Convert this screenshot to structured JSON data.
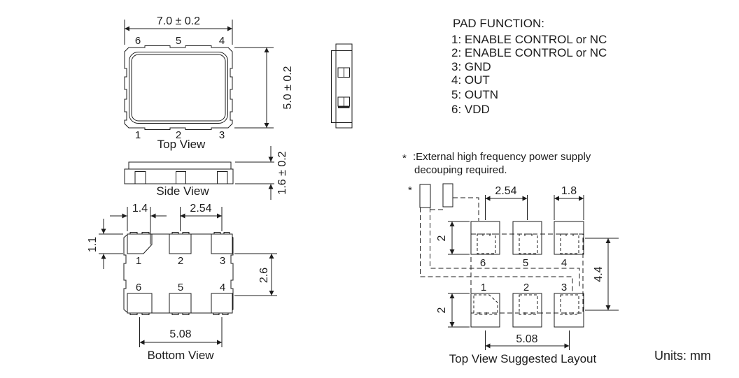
{
  "units_label": "Units: mm",
  "colors": {
    "line": "#1c1c1c",
    "background": "#ffffff"
  },
  "pad_function": {
    "heading": "PAD FUNCTION:",
    "items": [
      "1: ENABLE CONTROL or NC",
      "2: ENABLE CONTROL or NC",
      "3: GND",
      "4: OUT",
      "5: OUTN",
      "6: VDD"
    ]
  },
  "note": {
    "marker": "*",
    "line1": ":External high frequency power supply",
    "line2": "decouping required."
  },
  "top_view": {
    "caption": "Top View",
    "width_dim": "7.0 ± 0.2",
    "height_dim": "5.0 ± 0.2",
    "pads_top": [
      "6",
      "5",
      "4"
    ],
    "pads_bottom": [
      "1",
      "2",
      "3"
    ]
  },
  "side_view": {
    "caption": "Side View",
    "thickness_dim": "1.6 ± 0.2"
  },
  "bottom_view": {
    "caption": "Bottom View",
    "pad_width_dim": "1.4",
    "pad_pitch_dim": "2.54",
    "pad_height_dim": "1.1",
    "row_gap_dim": "2.6",
    "corner_pitch_dim": "5.08",
    "pads_row1": [
      "1",
      "2",
      "3"
    ],
    "pads_row2": [
      "6",
      "5",
      "4"
    ]
  },
  "layout": {
    "caption": "Top View Suggested Layout",
    "marker": "*",
    "pad_pitch_dim": "2.54",
    "pad_width_dim": "1.8",
    "pad_height_top_dim": "2",
    "pad_height_bottom_dim": "2",
    "row_pitch_dim": "4.4",
    "corner_pitch_dim": "5.08",
    "pads_top": [
      "6",
      "5",
      "4"
    ],
    "pads_bottom": [
      "1",
      "2",
      "3"
    ]
  }
}
